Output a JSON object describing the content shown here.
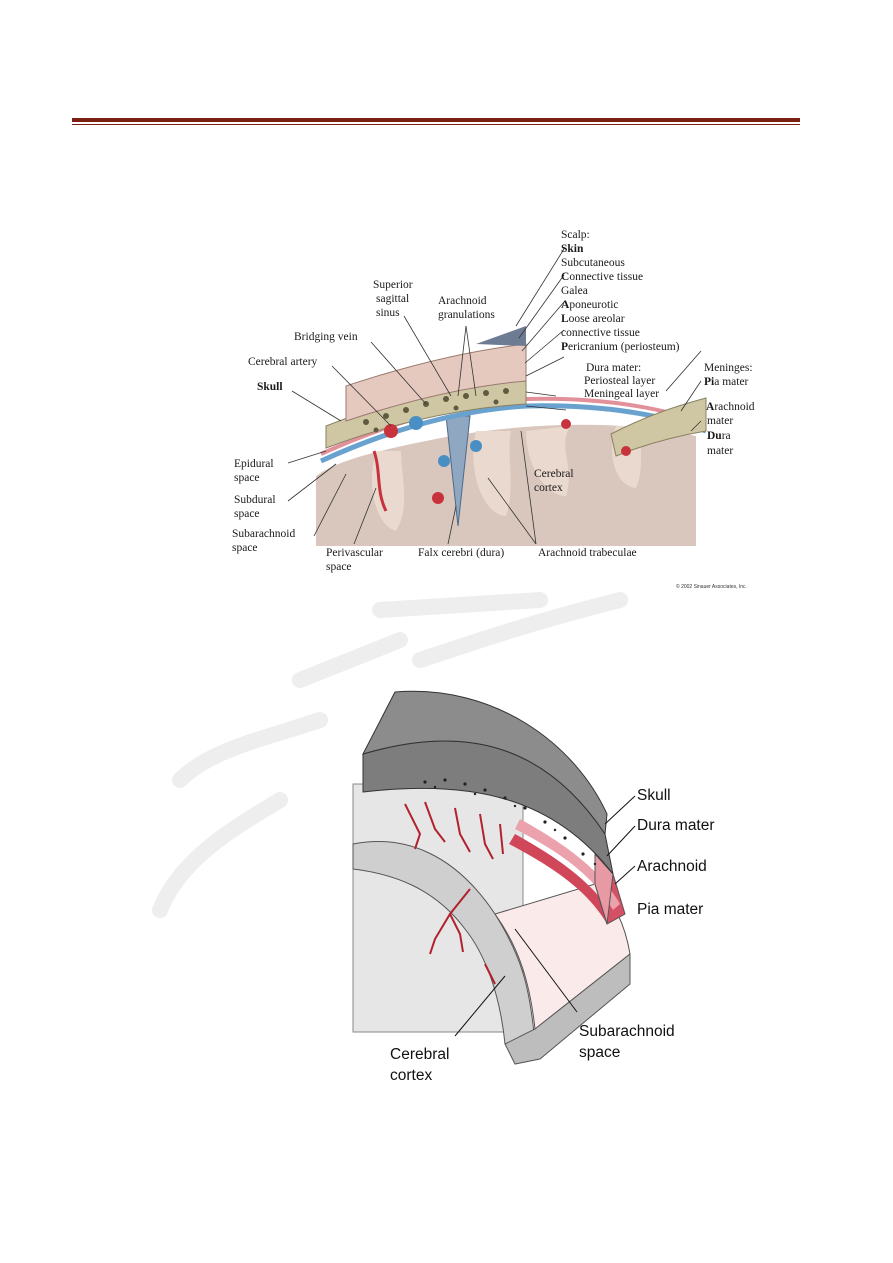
{
  "figure1": {
    "scalp_heading": "Scalp:",
    "scalp_layers": [
      {
        "initial": "S",
        "rest": "kin",
        "bold_all": true
      },
      {
        "initial": "",
        "rest": "Subcutaneous",
        "bold_all": false
      },
      {
        "initial": "C",
        "rest": "onnective tissue",
        "bold_all": false
      },
      {
        "initial": "",
        "rest": "Galea",
        "bold_all": false
      },
      {
        "initial": "A",
        "rest": "poneurotic",
        "bold_all": false
      },
      {
        "initial": "L",
        "rest": "oose areolar",
        "bold_all": false
      },
      {
        "initial": "",
        "rest": "connective tissue",
        "bold_all": false
      },
      {
        "initial": "P",
        "rest": "ericranium (periosteum)",
        "bold_all": false
      }
    ],
    "labels": {
      "superior_sagittal_sinus_1": "Superior",
      "superior_sagittal_sinus_2": "sagittal",
      "superior_sagittal_sinus_3": "sinus",
      "arachnoid_granulations_1": "Arachnoid",
      "arachnoid_granulations_2": "granulations",
      "bridging_vein": "Bridging vein",
      "cerebral_artery": "Cerebral artery",
      "skull": "Skull",
      "dura_mater_heading": "Dura mater:",
      "periosteal_layer": "Periosteal layer",
      "meningeal_layer": "Meningeal layer",
      "meninges_heading": "Meninges:",
      "pia_initial": "Pi",
      "pia_rest": "a mater",
      "arachnoid_initial": "A",
      "arachnoid_rest": "rachnoid",
      "arachnoid_line2": "mater",
      "dura_initial": "Du",
      "dura_rest": "ra",
      "dura_line2": "mater",
      "epidural_1": "Epidural",
      "epidural_2": "space",
      "subdural_1": "Subdural",
      "subdural_2": "space",
      "subarachnoid_1": "Subarachnoid",
      "subarachnoid_2": "space",
      "cerebral_cortex_1": "Cerebral",
      "cerebral_cortex_2": "cortex",
      "perivascular_1": "Perivascular",
      "perivascular_2": "space",
      "falx_cerebri": "Falx cerebri (dura)",
      "arachnoid_trabeculae": "Arachnoid trabeculae",
      "copyright": "© 2002 Sinauer Associates, Inc."
    }
  },
  "figure2": {
    "labels": {
      "skull": "Skull",
      "dura_mater": "Dura mater",
      "arachnoid": "Arachnoid",
      "pia_mater": "Pia mater",
      "subarachnoid_1": "Subarachnoid",
      "subarachnoid_2": "space",
      "cerebral_cortex_1": "Cerebral",
      "cerebral_cortex_2": "cortex"
    }
  },
  "colors": {
    "header_rule": "#7a1f12",
    "artery_red": "#c8323c",
    "vein_blue": "#4a8fc4",
    "dura_pink": "#e2909a",
    "skull_gray": "#7d7d7d",
    "cortex_tan": "#d8c6bc"
  }
}
